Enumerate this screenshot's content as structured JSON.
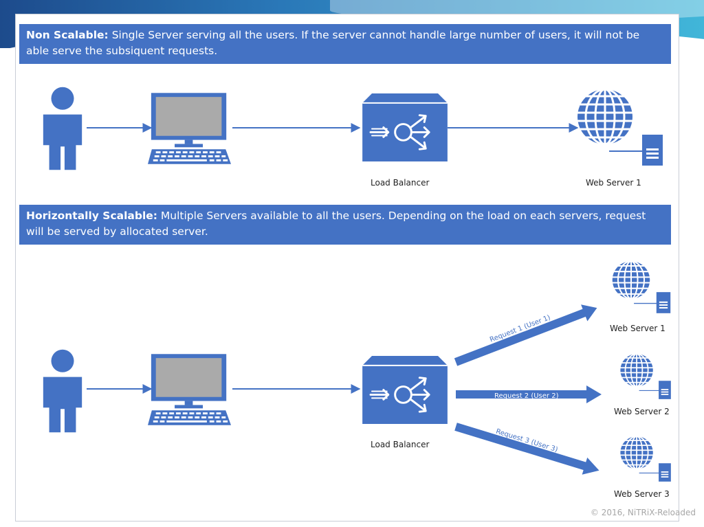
{
  "colors": {
    "accent": "#4472c4",
    "icon_blue": "#4472c4",
    "banner_text": "#ffffff"
  },
  "banners": {
    "non_scalable": {
      "title": "Non Scalable:",
      "text": " Single Server serving all the users. If the server cannot handle large number of users, it will not be able serve the subsiquent requests."
    },
    "horizontal": {
      "title": "Horizontally Scalable:",
      "text": " Multiple Servers available to all the users. Depending on the load on each servers, request will be served by allocated server."
    }
  },
  "diagram_top": {
    "nodes": [
      "person-icon",
      "computer-icon",
      "load-balancer-icon",
      "web-server-icon"
    ],
    "load_balancer_label": "Load Balancer",
    "server_label": "Web Server 1"
  },
  "diagram_bottom": {
    "nodes": [
      "person-icon",
      "computer-icon",
      "load-balancer-icon",
      "web-server-icon"
    ],
    "load_balancer_label": "Load Balancer",
    "servers": [
      "Web Server 1",
      "Web Server 2",
      "Web Server 3"
    ],
    "requests": [
      "Request 1 (User 1)",
      "Request 2 (User 2)",
      "Request 3 (User 3)"
    ]
  },
  "footer": {
    "copyright": "© 2016, NiTRiX-Reloaded"
  }
}
